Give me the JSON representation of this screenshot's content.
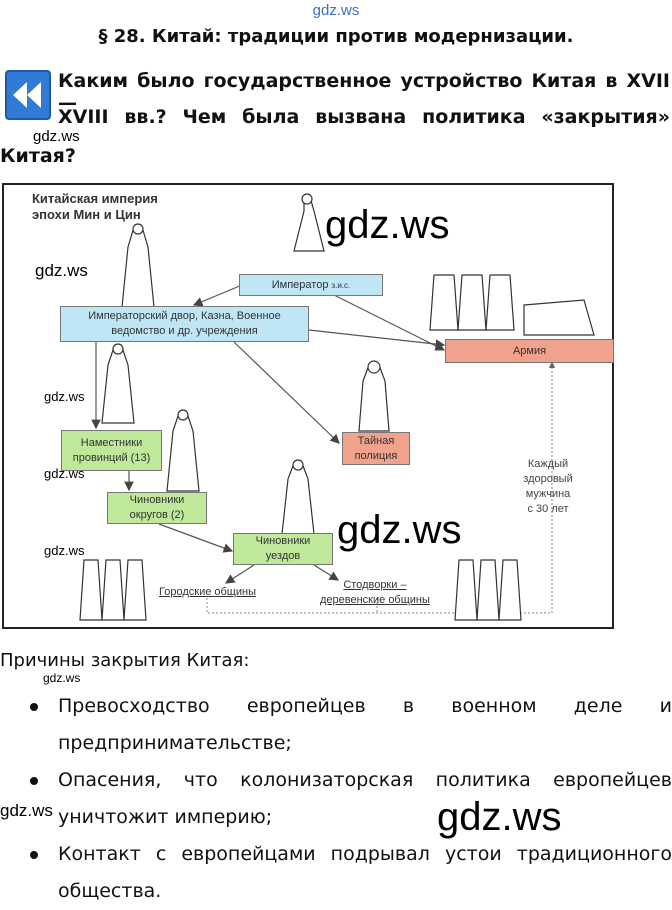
{
  "watermark": "gdz.ws",
  "title": "§ 28. Китай: традиции против модернизации.",
  "question": {
    "line1": "Каким было государственное устройство Китая в XVII—",
    "line2": "XVIII вв.? Чем была вызвана политика «закрытия»",
    "line3": "Китая?"
  },
  "diagram": {
    "caption_line1": "Китайская империя",
    "caption_line2": "эпохи Мин и Цин",
    "emperor": "Император",
    "emperor_sup": "з.и.с.",
    "court_line1": "Императорский двор, Казна, Военное",
    "court_line2": "ведомство и др. учреждения",
    "army": "Армия",
    "governors_line1": "Наместники",
    "governors_line2": "провинций (13)",
    "police_line1": "Тайная",
    "police_line2": "полиция",
    "district_line1": "Чиновники",
    "district_line2": "округов (2)",
    "county_line1": "Чиновники",
    "county_line2": "уездов",
    "urban": "Городские общины",
    "rural_line1": "Стодворки –",
    "rural_line2": "деревенские общины",
    "conscription": [
      "Каждый",
      "здоровый",
      "мужчина",
      "с 30 лет"
    ]
  },
  "reasons": {
    "title": "Причины закрытия Китая:",
    "items": [
      {
        "line1": "Превосходство европейцев в военном деле и",
        "line2": "предпринимательстве;"
      },
      {
        "line1": "Опасения, что колонизаторская политика европейцев",
        "line2": "уничтожит империю;"
      },
      {
        "line1": "Контакт с европейцами подрывал устои традиционного",
        "line2": "общества."
      }
    ]
  }
}
